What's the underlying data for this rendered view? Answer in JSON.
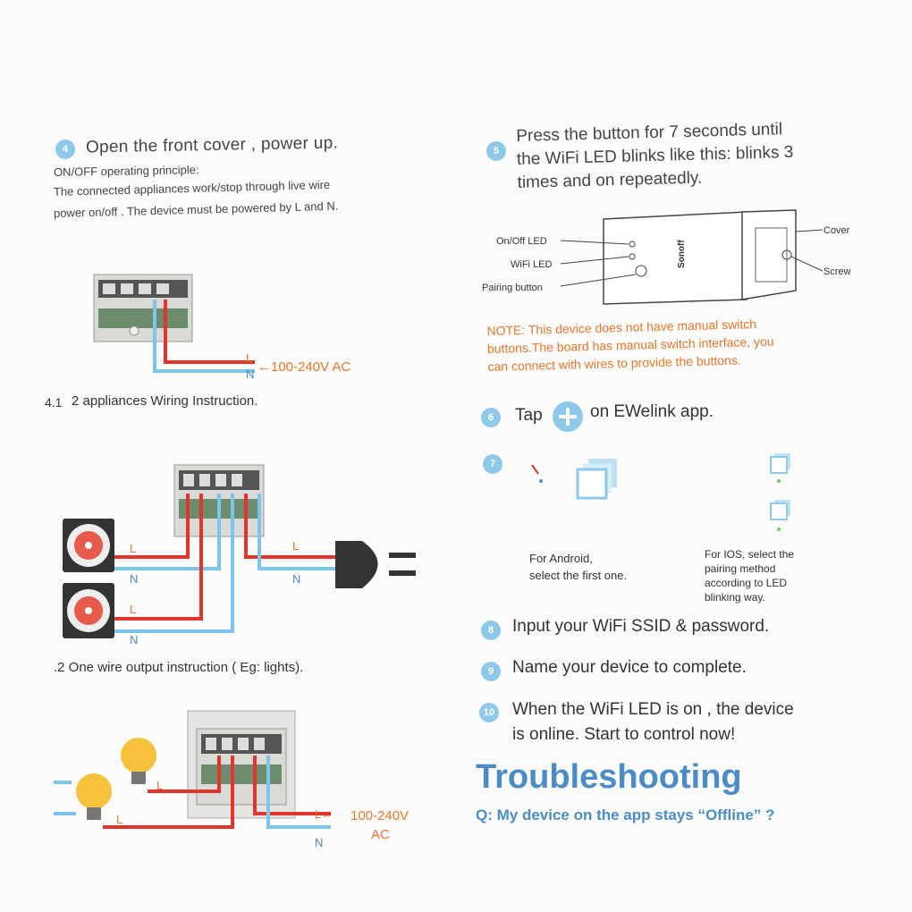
{
  "left": {
    "step4": {
      "number": "4",
      "title": "Open the front cover , power up.",
      "principle_heading": "ON/OFF operating principle:",
      "principle_line1": "The connected appliances work/stop through live wire",
      "principle_line2": "power on/off . The device must be powered by L and N."
    },
    "diagram1": {
      "L": "L",
      "N": "N",
      "voltage": "←100-240V AC"
    },
    "sec41": {
      "number": "4.1",
      "title": "2 appliances Wiring Instruction."
    },
    "diagram2": {
      "L1": "L",
      "N1": "N",
      "L2": "L",
      "N2": "N",
      "L_right": "L",
      "N_right": "N"
    },
    "sec42": {
      "title": ".2 One wire  output instruction ( Eg: lights)."
    },
    "diagram3": {
      "L1": "L",
      "L2": "L",
      "L_right": "L←",
      "N_right": "N",
      "voltage1": "100-240V",
      "voltage2": "AC"
    }
  },
  "right": {
    "step5": {
      "number": "5",
      "line1": "Press the button for 7 seconds until",
      "line2": "the WiFi LED blinks like this: blinks 3",
      "line3": "times and on repeatedly."
    },
    "device": {
      "onoff_led": "On/Off LED",
      "wifi_led": "WiFi LED",
      "pairing_button": "Pairing button",
      "cover": "Cover",
      "screw": "Screw",
      "brand": "Sonoff"
    },
    "note": {
      "line1": "NOTE: This device does not have manual switch",
      "line2": "buttons.The board has manual switch interface, you",
      "line3": "can connect with wires to provide the buttons."
    },
    "step6": {
      "number": "6",
      "before": "Tap",
      "after": "on EWelink app.",
      "icon": "plus-icon"
    },
    "step7": {
      "number": "7",
      "android_line1": "For Android,",
      "android_line2": "select the first one.",
      "ios_line1": "For IOS, select the",
      "ios_line2": "pairing method",
      "ios_line3": "according to LED",
      "ios_line4": "blinking way."
    },
    "step8": {
      "number": "8",
      "text": "Input your WiFi SSID & password."
    },
    "step9": {
      "number": "9",
      "text": "Name your device to complete."
    },
    "step10": {
      "number": "10",
      "line1": "When the WiFi LED is on , the device",
      "line2": "is online. Start to control now!"
    },
    "troubleshooting": {
      "title": "Troubleshooting",
      "question": "Q: My device on the app stays  “Offline” ?"
    }
  },
  "colors": {
    "accent_blue": "#8ec9ea",
    "title_blue": "#4a8cc7",
    "wire_red": "#e0342f",
    "wire_blue": "#7cc4ea",
    "note_orange": "#e8762b"
  }
}
